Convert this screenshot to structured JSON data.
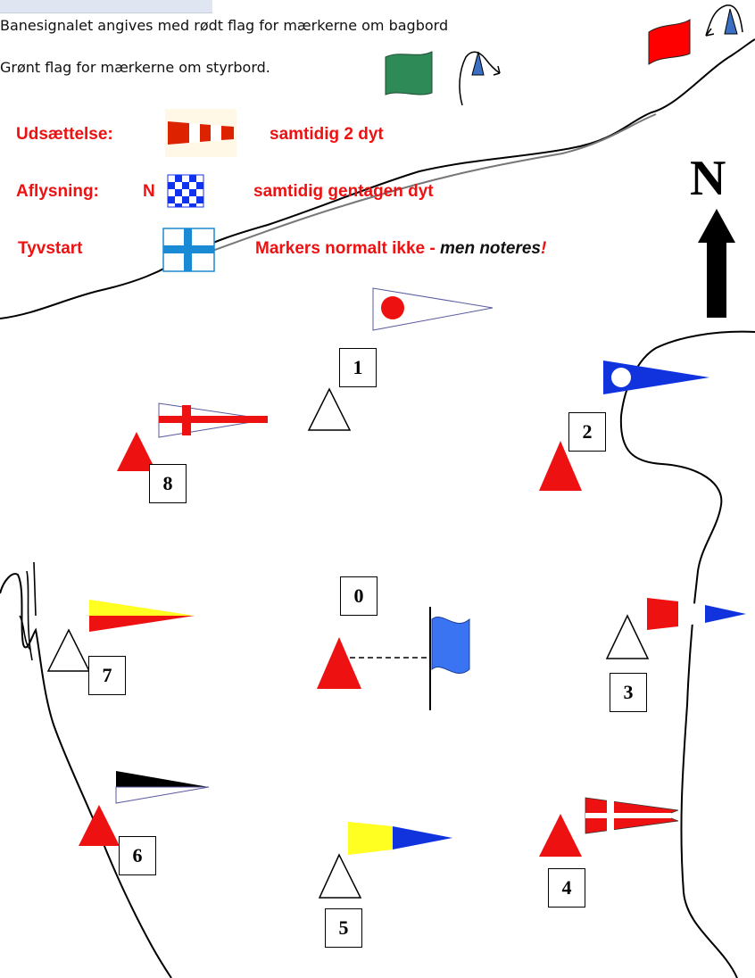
{
  "info": {
    "line1": "Banesignalet angives med rødt flag for mærkerne om bagbord",
    "line2": "Grønt flag for mærkerne om styrbord."
  },
  "signals": {
    "postponement": {
      "label": "Udsættelse:",
      "sound": "samtidig 2 dyt"
    },
    "cancellation": {
      "label": "Aflysning:",
      "flag_letter": "N",
      "sound": "samtidig gentagen dyt"
    },
    "false_start": {
      "label": "Tyvstart",
      "note_red": "Markers normalt ikke  - ",
      "note_italic": "men noteres",
      "note_excl": "!"
    }
  },
  "compass": {
    "north": "N"
  },
  "marks": {
    "m0": "0",
    "m1": "1",
    "m2": "2",
    "m3": "3",
    "m4": "4",
    "m5": "5",
    "m6": "6",
    "m7": "7",
    "m8": "8"
  },
  "colors": {
    "red": "#ff0000",
    "label_red": "#ee1111",
    "green": "#2e8b57",
    "blue": "#1133ee",
    "yellow": "#ffff22",
    "flag_blue": "#3b74f2",
    "arrow_blue": "#3a6fc4"
  }
}
